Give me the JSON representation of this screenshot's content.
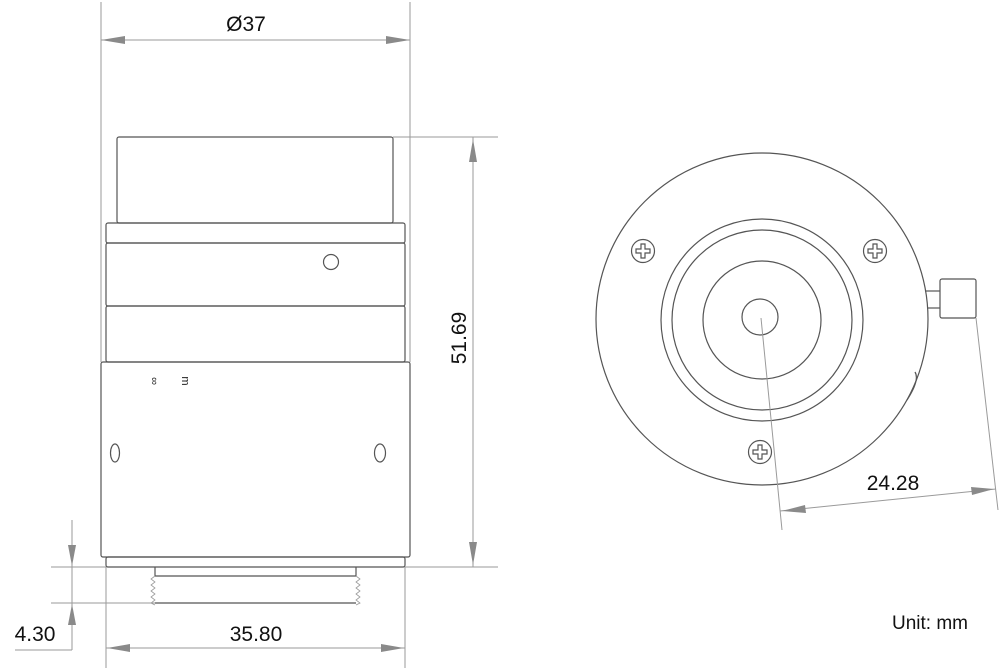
{
  "drawing": {
    "side_view": {
      "diameter_label": "Ø37",
      "length_label": "51.69",
      "mount_width_label": "35.80",
      "flange_label": "4.30",
      "ring_marks": [
        "∞",
        "m"
      ]
    },
    "front_view": {
      "knob_offset_label": "24.28"
    },
    "unit_label": "Unit: mm"
  },
  "colors": {
    "outline": "#555555",
    "dimension": "#9a9a9a",
    "text": "#111111"
  }
}
